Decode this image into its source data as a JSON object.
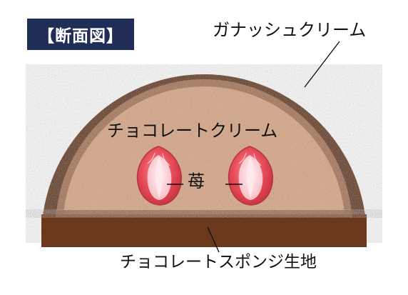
{
  "diagram": {
    "title": "【断面図】",
    "labels": {
      "ganache": "ガナッシュクリーム",
      "cream": "チョコレートクリーム",
      "strawberry": "苺",
      "sponge": "チョコレートスポンジ生地"
    },
    "colors": {
      "title_bg": "#1f2d57",
      "ganache": "#5a2f17",
      "cream": "#d9a27d",
      "crumb": "#8d5a3d",
      "sponge": "#6b381c",
      "strawberry": "#e74b59",
      "strawberry_inner": "#ffd7dd",
      "line": "#111111"
    },
    "icons": {
      "strawberry": "strawberry-icon"
    }
  }
}
